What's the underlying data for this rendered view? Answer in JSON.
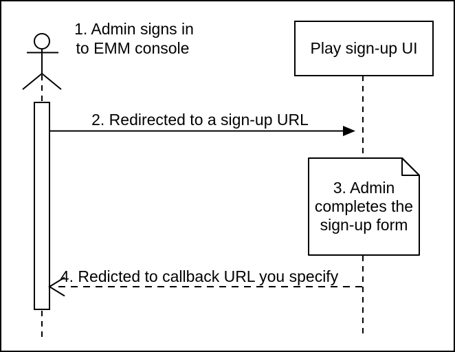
{
  "diagram": {
    "kind": "uml-sequence-diagram",
    "colors": {
      "stroke": "#000000",
      "background": "#ffffff",
      "note_fold_fill": "#f2f2f2"
    },
    "labels": {
      "step1_line1": "1. Admin signs in",
      "step1_line2": "to EMM console",
      "participant": "Play sign-up UI",
      "step2": "2. Redirected to a sign-up URL",
      "step3_line1": "3. Admin",
      "step3_line2": "completes the",
      "step3_line3": "sign-up form",
      "step4": "4. Redicted to callback URL you specify"
    }
  }
}
